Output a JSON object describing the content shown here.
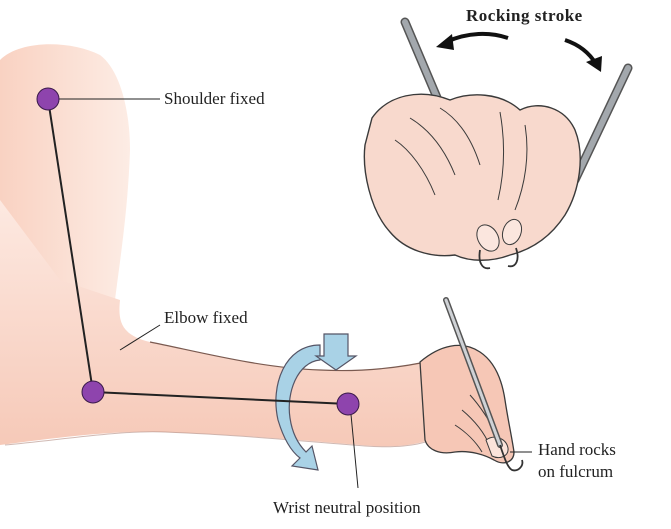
{
  "title": "Rocking stroke",
  "labels": {
    "shoulder": "Shoulder fixed",
    "elbow": "Elbow fixed",
    "wrist": "Wrist neutral position",
    "hand_line1": "Hand rocks",
    "hand_line2": "on fulcrum"
  },
  "colors": {
    "skin": "#f8d3c4",
    "skin_light": "#fde8df",
    "joint": "#8e44ad",
    "arrow": "#a9d2e6",
    "outline": "#3a3a3a"
  },
  "icons": [
    "rotation-arrow-icon",
    "rocking-arrow-icon",
    "instrument-icon"
  ]
}
